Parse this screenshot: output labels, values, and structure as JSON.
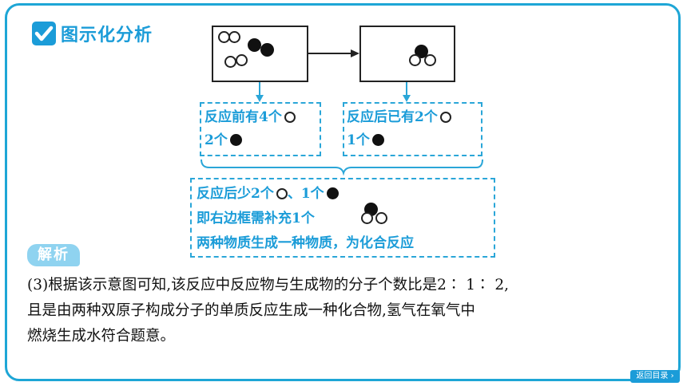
{
  "header": {
    "title": "图示化分析"
  },
  "diagram": {
    "before_note": {
      "line1": "反应前有4个",
      "line2": "2个"
    },
    "after_note": {
      "line1": "反应后已有2个",
      "line2": "1个"
    },
    "summary": {
      "line1_a": "反应后少2个",
      "line1_b": "、1个",
      "line2": "即右边框需补充1个",
      "line3": "两种物质生成一种物质，为化合反应"
    }
  },
  "analysis": {
    "badge": "解析",
    "line1": "(3)根据该示意图可知,该反应中反应物与生成物的分子个数比是2∶ 1∶ 2,",
    "line2": "且是由两种双原子构成分子的单质反应生成一种化合物,氢气在氧气中",
    "line3": "燃烧生成水符合题意。"
  },
  "footer": {
    "back_label": "返回目录 ›"
  },
  "colors": {
    "accent": "#1b9cd8",
    "dashed_border": "#2aa6d8",
    "frame": "#1ea6d6"
  }
}
